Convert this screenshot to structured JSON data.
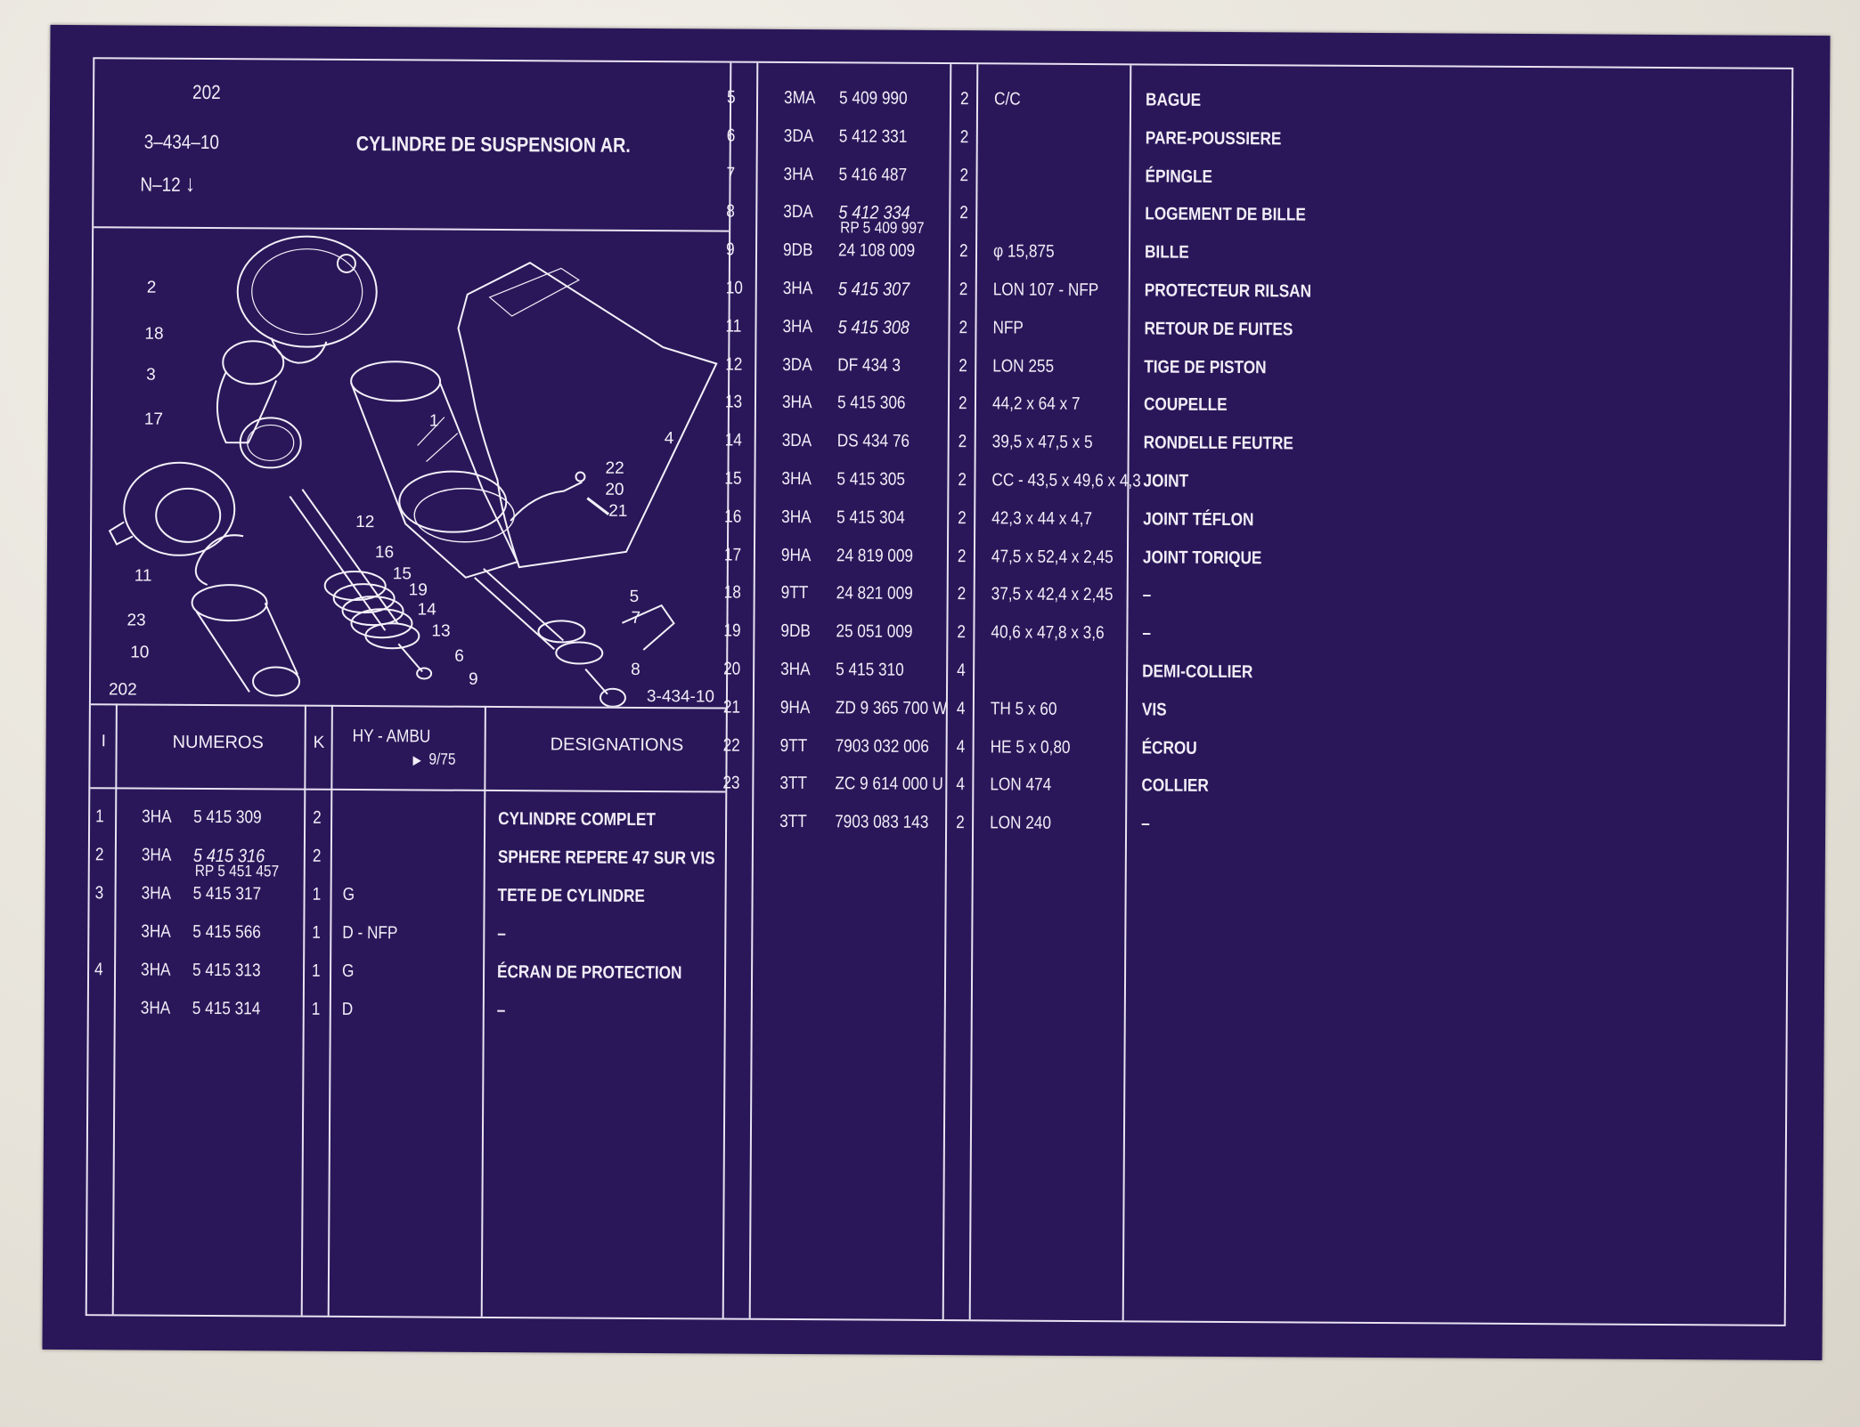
{
  "header": {
    "page_number": "202",
    "reference": "3–434–10",
    "model": "N–12",
    "model_arrow": "↓",
    "title": "CYLINDRE DE SUSPENSION AR."
  },
  "drawing": {
    "page_label": "202",
    "ref_label": "3-434-10",
    "callouts": [
      "2",
      "18",
      "3",
      "17",
      "11",
      "23",
      "10",
      "1",
      "4",
      "12",
      "16",
      "15",
      "19",
      "14",
      "13",
      "6",
      "9",
      "22",
      "20",
      "21",
      "5",
      "7",
      "8"
    ]
  },
  "table_header": {
    "col_i": "I",
    "col_numeros": "NUMEROS",
    "col_k": "K",
    "col_hy": "HY - AMBU",
    "col_hy_date": "9/75",
    "col_designations": "DESIGNATIONS"
  },
  "left_rows": [
    {
      "i": "1",
      "code": "3HA",
      "num": "5 415 309",
      "sub": "",
      "k": "2",
      "note": "",
      "desig": "CYLINDRE COMPLET",
      "italic": false
    },
    {
      "i": "2",
      "code": "3HA",
      "num": "5 415 316",
      "sub": "RP 5 451 457",
      "k": "2",
      "note": "",
      "desig": "SPHERE REPERE 47 SUR VIS",
      "italic": true
    },
    {
      "i": "3",
      "code": "3HA",
      "num": "5 415 317",
      "sub": "",
      "k": "1",
      "note": "G",
      "desig": "TETE DE CYLINDRE",
      "italic": false
    },
    {
      "i": "",
      "code": "3HA",
      "num": "5 415 566",
      "sub": "",
      "k": "1",
      "note": "D - NFP",
      "desig": "–",
      "italic": false
    },
    {
      "i": "4",
      "code": "3HA",
      "num": "5 415 313",
      "sub": "",
      "k": "1",
      "note": "G",
      "desig": "ÉCRAN DE PROTECTION",
      "italic": false
    },
    {
      "i": "",
      "code": "3HA",
      "num": "5 415 314",
      "sub": "",
      "k": "1",
      "note": "D",
      "desig": "–",
      "italic": false
    }
  ],
  "right_rows": [
    {
      "i": "5",
      "code": "3MA",
      "num": "5 409 990",
      "sub": "",
      "k": "2",
      "note": "C/C",
      "desig": "BAGUE",
      "italic": false
    },
    {
      "i": "6",
      "code": "3DA",
      "num": "5 412 331",
      "sub": "",
      "k": "2",
      "note": "",
      "desig": "PARE-POUSSIERE",
      "italic": false
    },
    {
      "i": "7",
      "code": "3HA",
      "num": "5 416 487",
      "sub": "",
      "k": "2",
      "note": "",
      "desig": "ÉPINGLE",
      "italic": false
    },
    {
      "i": "8",
      "code": "3DA",
      "num": "5 412 334",
      "sub": "RP 5 409 997",
      "k": "2",
      "note": "",
      "desig": "LOGEMENT DE BILLE",
      "italic": true
    },
    {
      "i": "9",
      "code": "9DB",
      "num": "24 108 009",
      "sub": "",
      "k": "2",
      "note": "φ 15,875",
      "desig": "BILLE",
      "italic": false
    },
    {
      "i": "10",
      "code": "3HA",
      "num": "5 415 307",
      "sub": "",
      "k": "2",
      "note": "LON 107 - NFP",
      "desig": "PROTECTEUR RILSAN",
      "italic": true
    },
    {
      "i": "11",
      "code": "3HA",
      "num": "5 415 308",
      "sub": "",
      "k": "2",
      "note": "NFP",
      "desig": "RETOUR DE FUITES",
      "italic": true
    },
    {
      "i": "12",
      "code": "3DA",
      "num": "DF 434     3",
      "sub": "",
      "k": "2",
      "note": "LON 255",
      "desig": "TIGE DE PISTON",
      "italic": false
    },
    {
      "i": "13",
      "code": "3HA",
      "num": "5 415 306",
      "sub": "",
      "k": "2",
      "note": "44,2 x 64 x 7",
      "desig": "COUPELLE",
      "italic": false
    },
    {
      "i": "14",
      "code": "3DA",
      "num": "DS 434    76",
      "sub": "",
      "k": "2",
      "note": "39,5 x 47,5 x 5",
      "desig": "RONDELLE FEUTRE",
      "italic": false
    },
    {
      "i": "15",
      "code": "3HA",
      "num": "5 415 305",
      "sub": "",
      "k": "2",
      "note": "CC - 43,5 x 49,6 x 4,3",
      "desig": "JOINT",
      "italic": false
    },
    {
      "i": "16",
      "code": "3HA",
      "num": "5 415 304",
      "sub": "",
      "k": "2",
      "note": "42,3 x 44 x 4,7",
      "desig": "JOINT TÉFLON",
      "italic": false
    },
    {
      "i": "17",
      "code": "9HA",
      "num": "24 819 009",
      "sub": "",
      "k": "2",
      "note": "47,5 x 52,4 x 2,45",
      "desig": "JOINT TORIQUE",
      "italic": false
    },
    {
      "i": "18",
      "code": "9TT",
      "num": "24 821 009",
      "sub": "",
      "k": "2",
      "note": "37,5 x 42,4 x 2,45",
      "desig": "–",
      "italic": false
    },
    {
      "i": "19",
      "code": "9DB",
      "num": "25 051 009",
      "sub": "",
      "k": "2",
      "note": "40,6 x 47,8 x 3,6",
      "desig": "–",
      "italic": false
    },
    {
      "i": "20",
      "code": "3HA",
      "num": "5 415 310",
      "sub": "",
      "k": "4",
      "note": "",
      "desig": "DEMI-COLLIER",
      "italic": false
    },
    {
      "i": "21",
      "code": "9HA",
      "num": "ZD 9 365 700 W",
      "sub": "",
      "k": "4",
      "note": "TH 5 x 60",
      "desig": "VIS",
      "italic": false
    },
    {
      "i": "22",
      "code": "9TT",
      "num": "7903 032 006",
      "sub": "",
      "k": "4",
      "note": "HE 5 x 0,80",
      "desig": "ÉCROU",
      "italic": false
    },
    {
      "i": "23",
      "code": "3TT",
      "num": "ZC 9 614 000 U",
      "sub": "",
      "k": "4",
      "note": "LON 474",
      "desig": "COLLIER",
      "italic": false
    },
    {
      "i": "",
      "code": "3TT",
      "num": "7903 083 143",
      "sub": "",
      "k": "2",
      "note": "LON 240",
      "desig": "–",
      "italic": false
    }
  ]
}
